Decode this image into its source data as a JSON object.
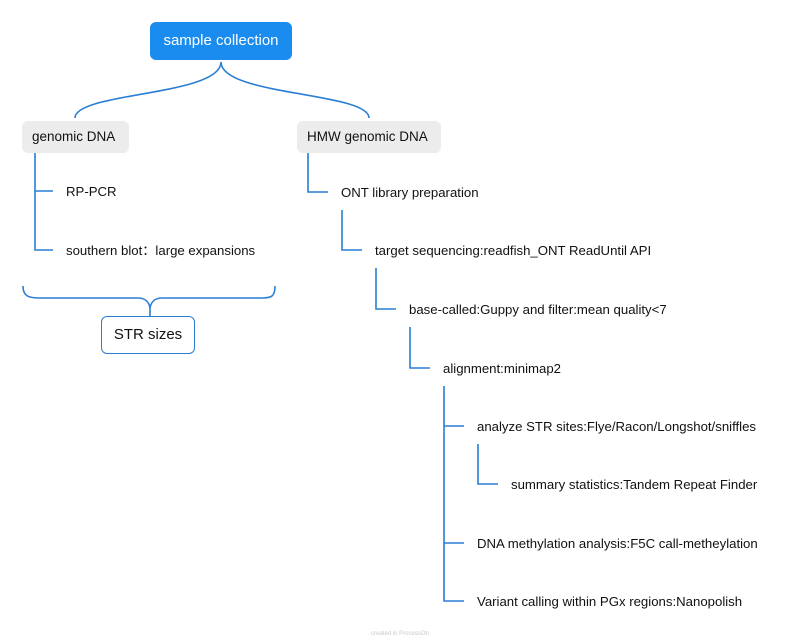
{
  "root": {
    "label": "sample collection"
  },
  "branches": {
    "left": {
      "label": "genomic DNA",
      "children": [
        "RP-PCR",
        "southern blot：large expansions"
      ],
      "result": "STR sizes"
    },
    "right": {
      "label": "HMW genomic DNA",
      "steps": [
        "ONT library preparation",
        "target sequencing:readfish_ONT ReadUntil API",
        "base-called:Guppy and filter:mean quality<7",
        "alignment:minimap2"
      ],
      "analyses": [
        "analyze STR sites:Flye/Racon/Longshot/sniffles",
        "summary statistics:Tandem Repeat Finder",
        "DNA methylation analysis:F5C call-metheylation",
        "Variant calling within PGx regions:Nanopolish"
      ]
    }
  },
  "footer": {
    "watermark": "created in ProcessOn"
  },
  "colors": {
    "accent": "#1a8cf0",
    "connector": "#2a7fd4",
    "node_bg": "#ececec"
  }
}
